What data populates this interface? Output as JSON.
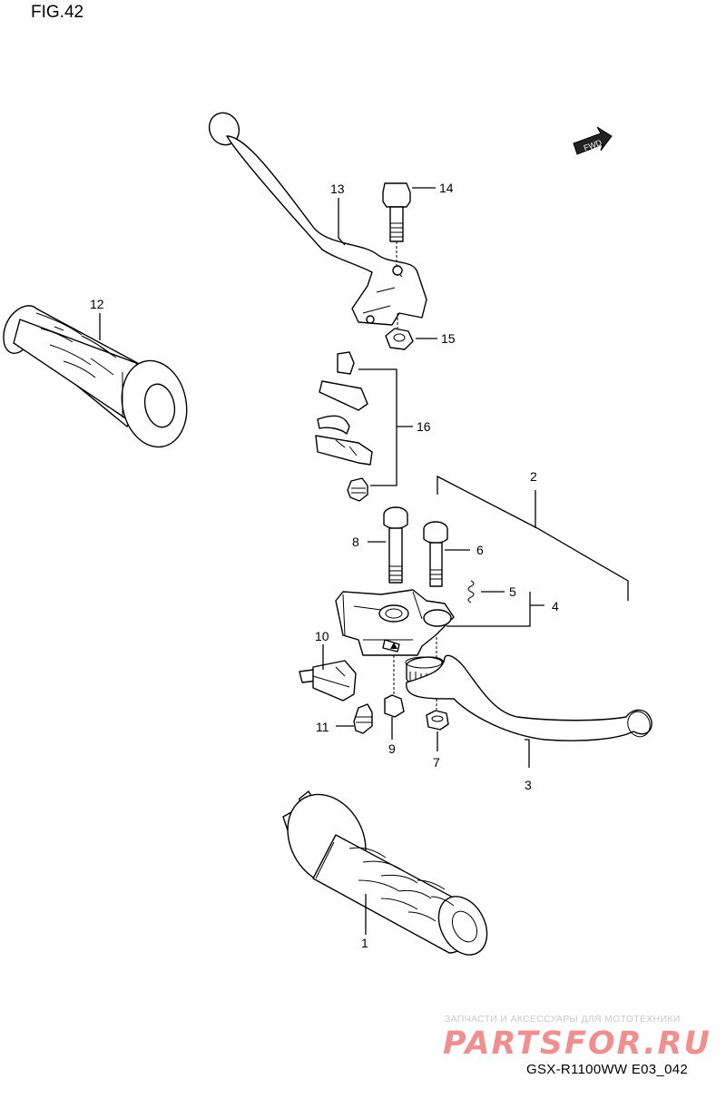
{
  "figure": {
    "title": "FIG.42"
  },
  "forward_badge": "FWD",
  "callouts": {
    "c1": "1",
    "c2": "2",
    "c3": "3",
    "c4": "4",
    "c5": "5",
    "c6": "6",
    "c7": "7",
    "c8": "8",
    "c9": "9",
    "c10": "10",
    "c11": "11",
    "c12": "12",
    "c13": "13",
    "c14": "14",
    "c15": "15",
    "c16": "16"
  },
  "model_code": "GSX-R1100WW  E03_042",
  "watermark": {
    "tagline": "ЗАПЧАСТИ И АКСЕССУАРЫ ДЛЯ МОТОТЕХНИКИ",
    "brand": "PARTSFOR.RU"
  }
}
